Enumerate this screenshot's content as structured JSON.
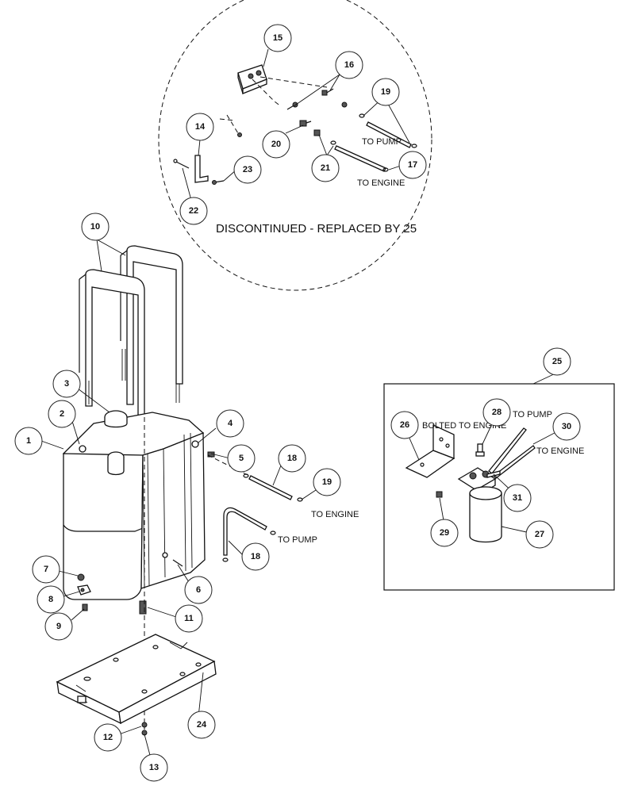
{
  "callouts": {
    "c1": "1",
    "c2": "2",
    "c3": "3",
    "c4": "4",
    "c5": "5",
    "c6": "6",
    "c7": "7",
    "c8": "8",
    "c9": "9",
    "c10": "10",
    "c11": "11",
    "c12": "12",
    "c13": "13",
    "c14": "14",
    "c15": "15",
    "c16": "16",
    "c17": "17",
    "c18a": "18",
    "c18b": "18",
    "c19a": "19",
    "c19b": "19",
    "c20": "20",
    "c21": "21",
    "c22": "22",
    "c23": "23",
    "c24": "24",
    "c25": "25",
    "c26": "26",
    "c27": "27",
    "c28": "28",
    "c29": "29",
    "c30": "30",
    "c31": "31"
  },
  "labels": {
    "discontinued": "DISCONTINUED - REPLACED BY 25",
    "to_pump_inset": "TO PUMP",
    "to_engine_inset": "TO ENGINE",
    "to_engine_main": "TO ENGINE",
    "to_pump_main": "TO PUMP",
    "bolted_to_engine": "BOLTED TO ENGINE",
    "to_pump_box": "TO PUMP",
    "to_engine_box": "TO ENGINE"
  }
}
